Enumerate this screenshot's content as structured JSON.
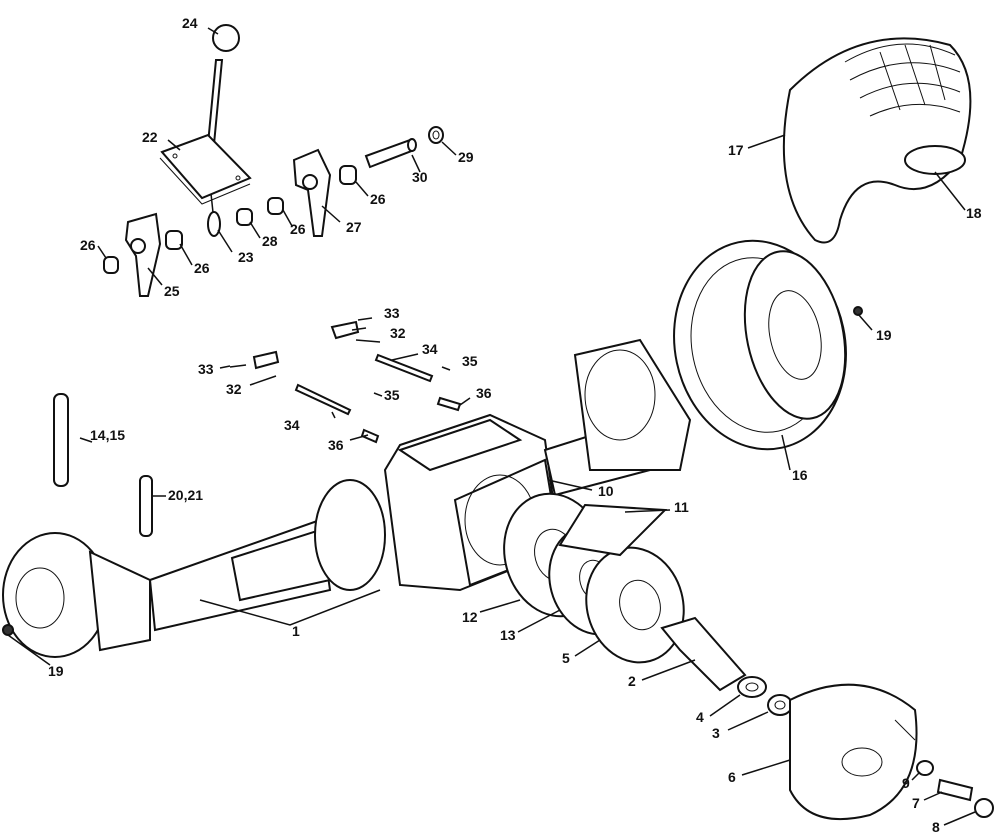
{
  "labels": {
    "l24": "24",
    "l22": "22",
    "l23": "23",
    "l28": "28",
    "l26a": "26",
    "l26b": "26",
    "l26c": "26",
    "l26d": "26",
    "l27": "27",
    "l30": "30",
    "l29": "29",
    "l25": "25",
    "l17": "17",
    "l18": "18",
    "l19a": "19",
    "l19b": "19",
    "l33a": "33",
    "l33b": "33",
    "l32a": "32",
    "l32b": "32",
    "l34a": "34",
    "l34b": "34",
    "l35a": "35",
    "l35b": "35",
    "l36a": "36",
    "l36b": "36",
    "l14": "14,15",
    "l20": "20,21",
    "l10": "10",
    "l11": "11",
    "l16": "16",
    "l1": "1",
    "l12": "12",
    "l13": "13",
    "l5": "5",
    "l2": "2",
    "l4": "4",
    "l3": "3",
    "l6": "6",
    "l9": "9",
    "l7": "7",
    "l8": "8"
  }
}
